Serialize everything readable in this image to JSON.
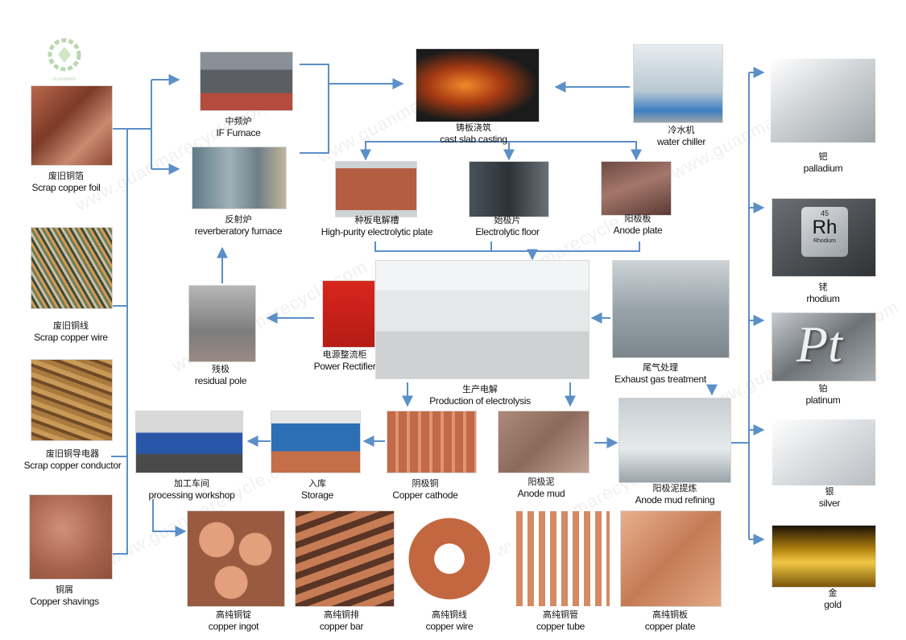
{
  "watermark": "www.guanmarecycle.com",
  "brand_logo_text": "GUANMARE",
  "colors": {
    "arrow": "#5b8fc7"
  },
  "nodes": {
    "scrap_foil": {
      "zh": "废旧铜箔",
      "en": "Scrap copper foil"
    },
    "scrap_wire": {
      "zh": "废旧铜线",
      "en": "Scrap copper wire"
    },
    "scrap_conductor": {
      "zh": "废旧铜导电器",
      "en": "Scrap copper conductor"
    },
    "copper_shavings": {
      "zh": "铜屑",
      "en": "Copper shavings"
    },
    "if_furnace": {
      "zh": "中频炉",
      "en": "IF Furnace"
    },
    "reverb_furnace": {
      "zh": "反射炉",
      "en": "reverberatory furnace"
    },
    "cast_slab": {
      "zh": "铸板浇筑",
      "en": "cast slab casting"
    },
    "water_chiller": {
      "zh": "冷水机",
      "en": "water chiller"
    },
    "seed_plate": {
      "zh": "种板电解槽",
      "en": "High-purity electrolytic plate"
    },
    "starting_sheet": {
      "zh": "始极片",
      "en": "Electrolytic floor"
    },
    "anode_plate": {
      "zh": "阳极板",
      "en": "Anode plate"
    },
    "electrolysis": {
      "zh": "生产电解",
      "en": "Production of electrolysis"
    },
    "power_rectifier": {
      "zh": "电源整流柜",
      "en": "Power Rectifier"
    },
    "exhaust_gas": {
      "zh": "尾气处理",
      "en": "Exhaust gas treatment"
    },
    "residual_pole": {
      "zh": "残极",
      "en": "residual pole"
    },
    "processing_workshop": {
      "zh": "加工车间",
      "en": "processing workshop"
    },
    "storage": {
      "zh": "入库",
      "en": "Storage"
    },
    "copper_cathode": {
      "zh": "阴极铜",
      "en": "Copper cathode"
    },
    "anode_mud": {
      "zh": "阳极泥",
      "en": "Anode mud"
    },
    "anode_mud_refining": {
      "zh": "阳极泥提炼",
      "en": "Anode mud refining"
    },
    "palladium": {
      "zh": "钯",
      "en": "palladium"
    },
    "rhodium": {
      "zh": "铑",
      "en": "rhodium"
    },
    "platinum": {
      "zh": "铂",
      "en": "platinum"
    },
    "silver": {
      "zh": "银",
      "en": "silver"
    },
    "gold": {
      "zh": "金",
      "en": "gold"
    },
    "copper_ingot": {
      "zh": "高纯铜锭",
      "en": "copper ingot"
    },
    "copper_bar": {
      "zh": "高纯铜排",
      "en": "copper bar"
    },
    "copper_wire": {
      "zh": "高纯铜线",
      "en": "copper wire"
    },
    "copper_tube": {
      "zh": "高纯铜管",
      "en": "copper tube"
    },
    "copper_plate": {
      "zh": "高纯铜板",
      "en": "copper plate"
    }
  },
  "rhodium_tile": {
    "number": "45",
    "symbol": "Rh",
    "name": "Rhodium"
  },
  "platinum_symbol": "Pt"
}
